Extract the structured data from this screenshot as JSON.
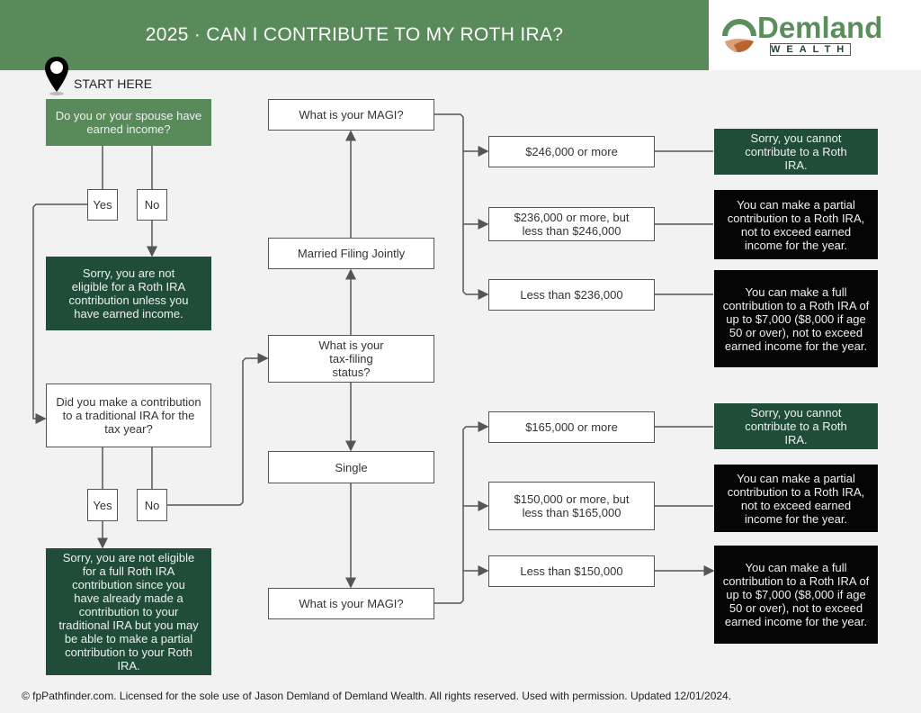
{
  "title": "2025 · CAN I CONTRIBUTE TO MY ROTH IRA?",
  "logo": {
    "name": "Demland",
    "sub": "WEALTH",
    "colors": {
      "green": "#5a8f5c",
      "tan": "#d9a07a",
      "rust": "#b8642e"
    }
  },
  "start_label": "START HERE",
  "nodes": {
    "q_earned": "Do you or your spouse have earned income?",
    "yes1": "Yes",
    "no1": "No",
    "not_eligible_earned": "Sorry, you are not eligible for a Roth IRA contribution unless you have earned income.",
    "q_traditional": "Did you make a contribution to a traditional IRA for the tax year?",
    "yes2": "Yes",
    "no2": "No",
    "not_eligible_traditional": "Sorry, you are not eligible for a full Roth IRA contribution since you have already made a contribution to your traditional IRA but you may be able to make a partial contribution to your Roth IRA.",
    "q_status": "What is your tax-filing status?",
    "mfj": "Married Filing Jointly",
    "single": "Single",
    "q_magi_mfj": "What is your MAGI?",
    "q_magi_single": "What is your MAGI?",
    "mfj_r1": "$246,000 or more",
    "mfj_r2": "$236,000 or more, but less than $246,000",
    "mfj_r3": "Less than $236,000",
    "mfj_o1": "Sorry, you cannot contribute to a Roth IRA.",
    "mfj_o2": "You can make a partial contribution to a Roth IRA, not to exceed earned income for the year.",
    "mfj_o3": "You can make a full contribution to a Roth IRA of up to $7,000 ($8,000 if age 50 or over), not to exceed earned income for the year.",
    "s_r1": "$165,000 or more",
    "s_r2": "$150,000 or more, but less than $165,000",
    "s_r3": "Less than $150,000",
    "s_o1": "Sorry, you cannot contribute to a Roth IRA.",
    "s_o2": "You can make a partial contribution to a Roth IRA, not to exceed earned income for the year.",
    "s_o3": "You can make a full contribution to a Roth IRA of up to $7,000 ($8,000 if age 50 or over), not to exceed earned income for the year."
  },
  "footer": "© fpPathfinder.com. Licensed for the sole use of Jason Demland of Demland Wealth. All rights reserved. Used with permission. Updated 12/01/2024."
}
